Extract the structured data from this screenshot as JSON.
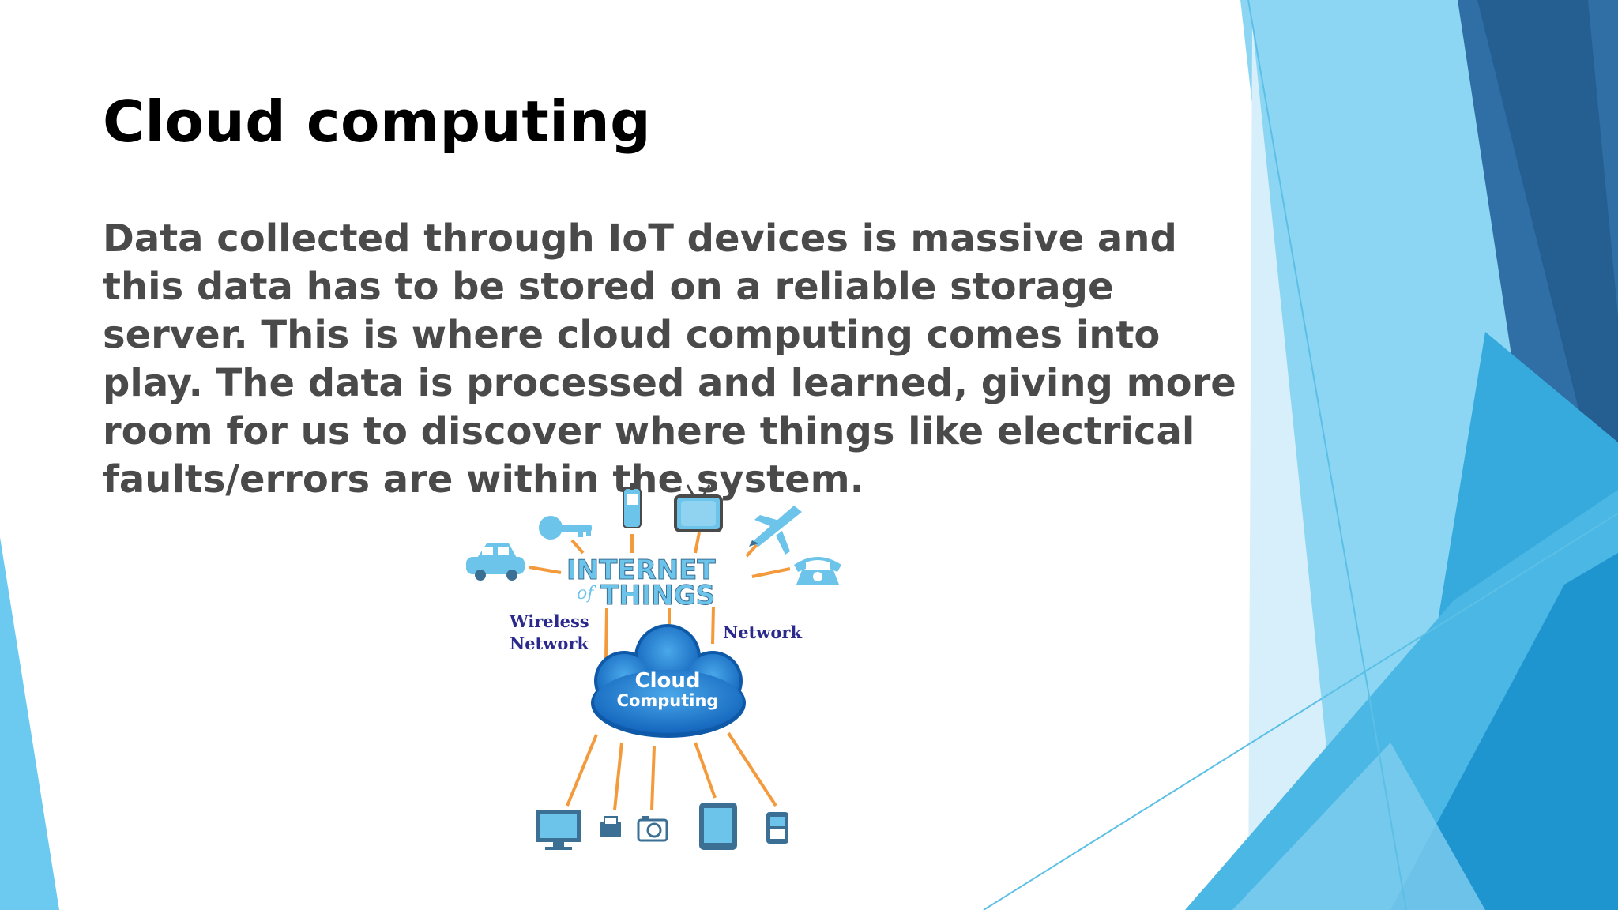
{
  "slide": {
    "title": "Cloud computing",
    "body": "Data collected through IoT devices is massive and this data has to be stored on a reliable storage server. This is where cloud computing comes into play. The data is processed and learned, giving more room for us to discover where things like electrical faults/errors are within the system."
  },
  "diagram": {
    "internet_label": "INTERNET",
    "of_label": "of",
    "things_label": "THINGS",
    "wireless_line1": "Wireless",
    "wireless_line2": "Network",
    "network_label": "Network",
    "cloud_line1": "Cloud",
    "cloud_line2": "Computing",
    "icons": [
      "car-icon",
      "key-icon",
      "mobile-phone-icon",
      "tv-icon",
      "airplane-icon",
      "telephone-icon",
      "monitor-icon",
      "printer-icon",
      "camera-icon",
      "tablet-icon",
      "handheld-device-icon"
    ]
  },
  "colors": {
    "title": "#000000",
    "body": "#4a4a4a",
    "accent_light": "#7fd0f0",
    "accent_mid": "#29a9df",
    "accent_dark": "#1f5e8f",
    "connector": "#f39a3c",
    "cloud": "#1f7fd0",
    "diagram_text": "#2b2a8c"
  }
}
